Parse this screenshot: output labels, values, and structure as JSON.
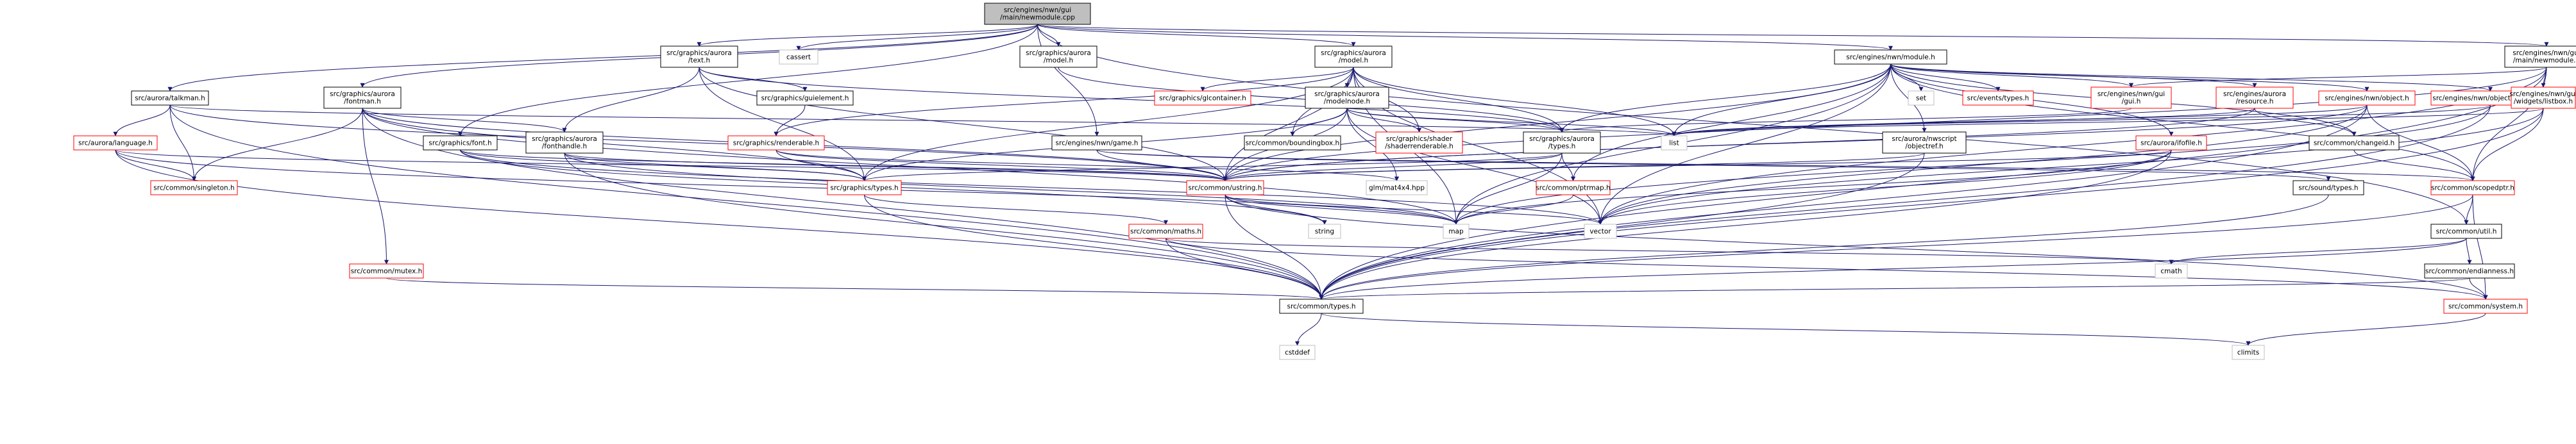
{
  "colors": {
    "edge": "#191970",
    "root_fill": "#bfbfbf",
    "root_border": "#000000",
    "node_border": "#000000",
    "linked_border": "#ff0000",
    "external_border": "#bfbfbf",
    "text": "#000000"
  },
  "nodes": [
    {
      "id": "root",
      "lines": [
        "src/engines/nwn/gui",
        "/main/newmodule.cpp"
      ],
      "kind": "root"
    },
    {
      "id": "cassert",
      "lines": [
        "cassert"
      ],
      "kind": "external"
    },
    {
      "id": "aurora_text",
      "lines": [
        "src/graphics/aurora",
        "/text.h"
      ],
      "kind": "normal"
    },
    {
      "id": "aurora_model",
      "lines": [
        "src/graphics/aurora",
        "/model.h"
      ],
      "kind": "normal"
    },
    {
      "id": "gfx_aurora_model",
      "lines": [
        "src/graphics/aurora",
        "/model.h"
      ],
      "kind": "normal"
    },
    {
      "id": "nwn_module",
      "lines": [
        "src/engines/nwn/module.h"
      ],
      "kind": "normal"
    },
    {
      "id": "nwn_newmodule",
      "lines": [
        "src/engines/nwn/gui",
        "/main/newmodule.h"
      ],
      "kind": "normal"
    },
    {
      "id": "talkman",
      "lines": [
        "src/aurora/talkman.h"
      ],
      "kind": "normal"
    },
    {
      "id": "fontman",
      "lines": [
        "src/graphics/aurora",
        "/fontman.h"
      ],
      "kind": "normal"
    },
    {
      "id": "guielement",
      "lines": [
        "src/graphics/guielement.h"
      ],
      "kind": "normal"
    },
    {
      "id": "glcontainer",
      "lines": [
        "src/graphics/glcontainer.h"
      ],
      "kind": "linked"
    },
    {
      "id": "modelnode",
      "lines": [
        "src/graphics/aurora",
        "/modelnode.h"
      ],
      "kind": "normal"
    },
    {
      "id": "set",
      "lines": [
        "set"
      ],
      "kind": "external"
    },
    {
      "id": "events_types",
      "lines": [
        "src/events/types.h"
      ],
      "kind": "linked"
    },
    {
      "id": "nwn_gui_gui",
      "lines": [
        "src/engines/nwn/gui",
        "/gui.h"
      ],
      "kind": "linked"
    },
    {
      "id": "aurora_resource",
      "lines": [
        "src/engines/aurora",
        "/resource.h"
      ],
      "kind": "linked"
    },
    {
      "id": "nwn_object",
      "lines": [
        "src/engines/nwn/object.h"
      ],
      "kind": "linked"
    },
    {
      "id": "objectcontainer",
      "lines": [
        "src/engines/nwn/objectcontainer.h"
      ],
      "kind": "linked"
    },
    {
      "id": "listbox",
      "lines": [
        "src/engines/nwn/gui",
        "/widgets/listbox.h"
      ],
      "kind": "linked"
    },
    {
      "id": "aurora_language",
      "lines": [
        "src/aurora/language.h"
      ],
      "kind": "linked"
    },
    {
      "id": "gfx_font",
      "lines": [
        "src/graphics/font.h"
      ],
      "kind": "normal"
    },
    {
      "id": "fonthandle",
      "lines": [
        "src/graphics/aurora",
        "/fonthandle.h"
      ],
      "kind": "normal"
    },
    {
      "id": "renderable",
      "lines": [
        "src/graphics/renderable.h"
      ],
      "kind": "linked"
    },
    {
      "id": "nwn_game",
      "lines": [
        "src/engines/nwn/game.h"
      ],
      "kind": "normal"
    },
    {
      "id": "boundingbox",
      "lines": [
        "src/common/boundingbox.h"
      ],
      "kind": "normal"
    },
    {
      "id": "shaderrenderable",
      "lines": [
        "src/graphics/shader",
        "/shaderrenderable.h"
      ],
      "kind": "linked"
    },
    {
      "id": "aurora_types",
      "lines": [
        "src/graphics/aurora",
        "/types.h"
      ],
      "kind": "normal"
    },
    {
      "id": "list",
      "lines": [
        "list"
      ],
      "kind": "external"
    },
    {
      "id": "nwscript_object",
      "lines": [
        "src/aurora/nwscript",
        "/objectref.h"
      ],
      "kind": "normal"
    },
    {
      "id": "ifofile",
      "lines": [
        "src/aurora/ifofile.h"
      ],
      "kind": "linked"
    },
    {
      "id": "changeid",
      "lines": [
        "src/common/changeid.h"
      ],
      "kind": "normal"
    },
    {
      "id": "singleton",
      "lines": [
        "src/common/singleton.h"
      ],
      "kind": "linked"
    },
    {
      "id": "gfx_types",
      "lines": [
        "src/graphics/types.h"
      ],
      "kind": "linked"
    },
    {
      "id": "ustring",
      "lines": [
        "src/common/ustring.h"
      ],
      "kind": "linked"
    },
    {
      "id": "glm",
      "lines": [
        "glm/mat4x4.hpp"
      ],
      "kind": "external"
    },
    {
      "id": "ptrmap",
      "lines": [
        "src/common/ptrmap.h"
      ],
      "kind": "linked"
    },
    {
      "id": "sound_types",
      "lines": [
        "src/sound/types.h"
      ],
      "kind": "normal"
    },
    {
      "id": "scopedptr",
      "lines": [
        "src/common/scopedptr.h"
      ],
      "kind": "linked"
    },
    {
      "id": "maths",
      "lines": [
        "src/common/maths.h"
      ],
      "kind": "linked"
    },
    {
      "id": "string",
      "lines": [
        "string"
      ],
      "kind": "external"
    },
    {
      "id": "map",
      "lines": [
        "map"
      ],
      "kind": "external"
    },
    {
      "id": "vector",
      "lines": [
        "vector"
      ],
      "kind": "external"
    },
    {
      "id": "util",
      "lines": [
        "src/common/util.h"
      ],
      "kind": "normal"
    },
    {
      "id": "mutex",
      "lines": [
        "src/common/mutex.h"
      ],
      "kind": "linked"
    },
    {
      "id": "cmath",
      "lines": [
        "cmath"
      ],
      "kind": "external"
    },
    {
      "id": "endianness",
      "lines": [
        "src/common/endianness.h"
      ],
      "kind": "normal"
    },
    {
      "id": "common_types",
      "lines": [
        "src/common/types.h"
      ],
      "kind": "normal"
    },
    {
      "id": "common_system",
      "lines": [
        "src/common/system.h"
      ],
      "kind": "linked"
    },
    {
      "id": "cstddef",
      "lines": [
        "cstddef"
      ],
      "kind": "external"
    },
    {
      "id": "climits",
      "lines": [
        "climits"
      ],
      "kind": "external"
    }
  ],
  "edges": [
    [
      "root",
      "cassert"
    ],
    [
      "root",
      "aurora_text"
    ],
    [
      "root",
      "aurora_model"
    ],
    [
      "root",
      "gfx_aurora_model"
    ],
    [
      "root",
      "nwn_module"
    ],
    [
      "root",
      "nwn_newmodule"
    ],
    [
      "root",
      "talkman"
    ],
    [
      "root",
      "fontman"
    ],
    [
      "root",
      "gfx_font"
    ],
    [
      "root",
      "nwn_game"
    ],
    [
      "root",
      "util"
    ],
    [
      "aurora_text",
      "guielement"
    ],
    [
      "aurora_text",
      "fonthandle"
    ],
    [
      "aurora_text",
      "aurora_types"
    ],
    [
      "aurora_text",
      "ustring"
    ],
    [
      "aurora_text",
      "gfx_types"
    ],
    [
      "aurora_model",
      "aurora_types"
    ],
    [
      "gfx_aurora_model",
      "glcontainer"
    ],
    [
      "gfx_aurora_model",
      "modelnode"
    ],
    [
      "gfx_aurora_model",
      "renderable"
    ],
    [
      "gfx_aurora_model",
      "boundingbox"
    ],
    [
      "gfx_aurora_model",
      "shaderrenderable"
    ],
    [
      "gfx_aurora_model",
      "aurora_types"
    ],
    [
      "gfx_aurora_model",
      "list"
    ],
    [
      "gfx_aurora_model",
      "ustring"
    ],
    [
      "gfx_aurora_model",
      "map"
    ],
    [
      "gfx_aurora_model",
      "vector"
    ],
    [
      "gfx_aurora_model",
      "gfx_types"
    ],
    [
      "modelnode",
      "boundingbox"
    ],
    [
      "modelnode",
      "shaderrenderable"
    ],
    [
      "modelnode",
      "aurora_types"
    ],
    [
      "modelnode",
      "list"
    ],
    [
      "modelnode",
      "ustring"
    ],
    [
      "modelnode",
      "gfx_types"
    ],
    [
      "modelnode",
      "vector"
    ],
    [
      "modelnode",
      "glm"
    ],
    [
      "nwn_module",
      "set"
    ],
    [
      "nwn_module",
      "events_types"
    ],
    [
      "nwn_module",
      "nwn_gui_gui"
    ],
    [
      "nwn_module",
      "aurora_resource"
    ],
    [
      "nwn_module",
      "nwn_object"
    ],
    [
      "nwn_module",
      "objectcontainer"
    ],
    [
      "nwn_module",
      "nwscript_object"
    ],
    [
      "nwn_module",
      "ifofile"
    ],
    [
      "nwn_module",
      "changeid"
    ],
    [
      "nwn_module",
      "aurora_types"
    ],
    [
      "nwn_module",
      "list"
    ],
    [
      "nwn_module",
      "ustring"
    ],
    [
      "nwn_module",
      "scopedptr"
    ],
    [
      "nwn_module",
      "ptrmap"
    ],
    [
      "nwn_module",
      "map"
    ],
    [
      "nwn_module",
      "vector"
    ],
    [
      "nwn_newmodule",
      "nwn_gui_gui"
    ],
    [
      "nwn_newmodule",
      "listbox"
    ],
    [
      "nwn_newmodule",
      "scopedptr"
    ],
    [
      "nwn_newmodule",
      "ustring"
    ],
    [
      "nwn_newmodule",
      "vector"
    ],
    [
      "nwn_newmodule",
      "common_types"
    ],
    [
      "talkman",
      "aurora_language"
    ],
    [
      "talkman",
      "singleton"
    ],
    [
      "talkman",
      "ustring"
    ],
    [
      "talkman",
      "list"
    ],
    [
      "talkman",
      "common_types"
    ],
    [
      "aurora_language",
      "singleton"
    ],
    [
      "aurora_language",
      "ustring"
    ],
    [
      "aurora_language",
      "map"
    ],
    [
      "aurora_language",
      "common_types"
    ],
    [
      "fontman",
      "fonthandle"
    ],
    [
      "fontman",
      "singleton"
    ],
    [
      "fontman",
      "ustring"
    ],
    [
      "fontman",
      "mutex"
    ],
    [
      "fontman",
      "map"
    ],
    [
      "fontman",
      "common_types"
    ],
    [
      "fontman",
      "gfx_types"
    ],
    [
      "guielement",
      "renderable"
    ],
    [
      "renderable",
      "gfx_types"
    ],
    [
      "renderable",
      "ustring"
    ],
    [
      "renderable",
      "glm"
    ],
    [
      "gfx_font",
      "gfx_types"
    ],
    [
      "gfx_font",
      "ustring"
    ],
    [
      "gfx_font",
      "string"
    ],
    [
      "gfx_font",
      "vector"
    ],
    [
      "fonthandle",
      "ustring"
    ],
    [
      "fonthandle",
      "gfx_types"
    ],
    [
      "fonthandle",
      "common_types"
    ],
    [
      "fonthandle",
      "map"
    ],
    [
      "nwn_game",
      "ustring"
    ],
    [
      "nwn_game",
      "sound_types"
    ],
    [
      "nwn_game",
      "scopedptr"
    ],
    [
      "aurora_types",
      "gfx_types"
    ],
    [
      "aurora_types",
      "ptrmap"
    ],
    [
      "aurora_types",
      "map"
    ],
    [
      "aurora_types",
      "ustring"
    ],
    [
      "nwscript_object",
      "ustring"
    ],
    [
      "nwscript_object",
      "common_types"
    ],
    [
      "ifofile",
      "ustring"
    ],
    [
      "ifofile",
      "vector"
    ],
    [
      "ifofile",
      "map"
    ],
    [
      "ifofile",
      "common_types"
    ],
    [
      "nwn_gui_gui",
      "aurora_types"
    ],
    [
      "aurora_resource",
      "changeid"
    ],
    [
      "aurora_resource",
      "list"
    ],
    [
      "aurora_resource",
      "ustring"
    ],
    [
      "nwn_object",
      "list"
    ],
    [
      "nwn_object",
      "ustring"
    ],
    [
      "nwn_object",
      "scopedptr"
    ],
    [
      "nwn_object",
      "common_types"
    ],
    [
      "nwn_object",
      "vector"
    ],
    [
      "objectcontainer",
      "list"
    ],
    [
      "objectcontainer",
      "map"
    ],
    [
      "objectcontainer",
      "common_types"
    ],
    [
      "listbox",
      "list"
    ],
    [
      "listbox",
      "vector"
    ],
    [
      "listbox",
      "scopedptr"
    ],
    [
      "listbox",
      "common_types"
    ],
    [
      "changeid",
      "scopedptr"
    ],
    [
      "ustring",
      "string"
    ],
    [
      "ustring",
      "map"
    ],
    [
      "ustring",
      "vector"
    ],
    [
      "ustring",
      "common_types"
    ],
    [
      "ustring",
      "common_system"
    ],
    [
      "ptrmap",
      "map"
    ],
    [
      "sound_types",
      "common_types"
    ],
    [
      "scopedptr",
      "util"
    ],
    [
      "scopedptr",
      "common_types"
    ],
    [
      "scopedptr",
      "common_system"
    ],
    [
      "gfx_types",
      "maths"
    ],
    [
      "gfx_types",
      "common_types"
    ],
    [
      "maths",
      "cmath"
    ],
    [
      "maths",
      "common_types"
    ],
    [
      "maths",
      "common_system"
    ],
    [
      "util",
      "cmath"
    ],
    [
      "util",
      "endianness"
    ],
    [
      "util",
      "common_types"
    ],
    [
      "endianness",
      "common_types"
    ],
    [
      "endianness",
      "common_system"
    ],
    [
      "mutex",
      "common_types"
    ],
    [
      "common_types",
      "cstddef"
    ],
    [
      "common_types",
      "climits"
    ],
    [
      "common_system",
      "climits"
    ]
  ]
}
